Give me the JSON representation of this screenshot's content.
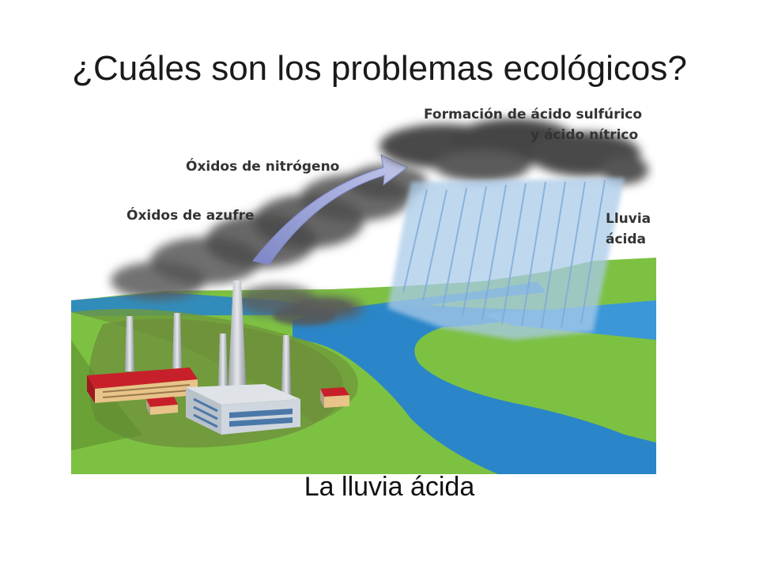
{
  "slide": {
    "title": "¿Cuáles son los problemas ecológicos?",
    "caption": "La lluvia ácida"
  },
  "diagram": {
    "labels": {
      "nitrogen_oxides": "Óxidos de nitrógeno",
      "sulfur_oxides": "Óxidos de azufre",
      "acid_formation_line1": "Formación de ácido sulfúrico",
      "acid_formation_line2": "y ácido nítrico",
      "acid_rain_line1": "Lluvia",
      "acid_rain_line2": "ácida"
    },
    "colors": {
      "land": "#7dc142",
      "land_dark": "#5a8f2f",
      "water": "#2a86c8",
      "smoke": "#5a5a5a",
      "cloud": "#4a4a4a",
      "rain": "#9cc0e6",
      "arrow": "#9ea7d8",
      "roof": "#c8202a"
    }
  }
}
